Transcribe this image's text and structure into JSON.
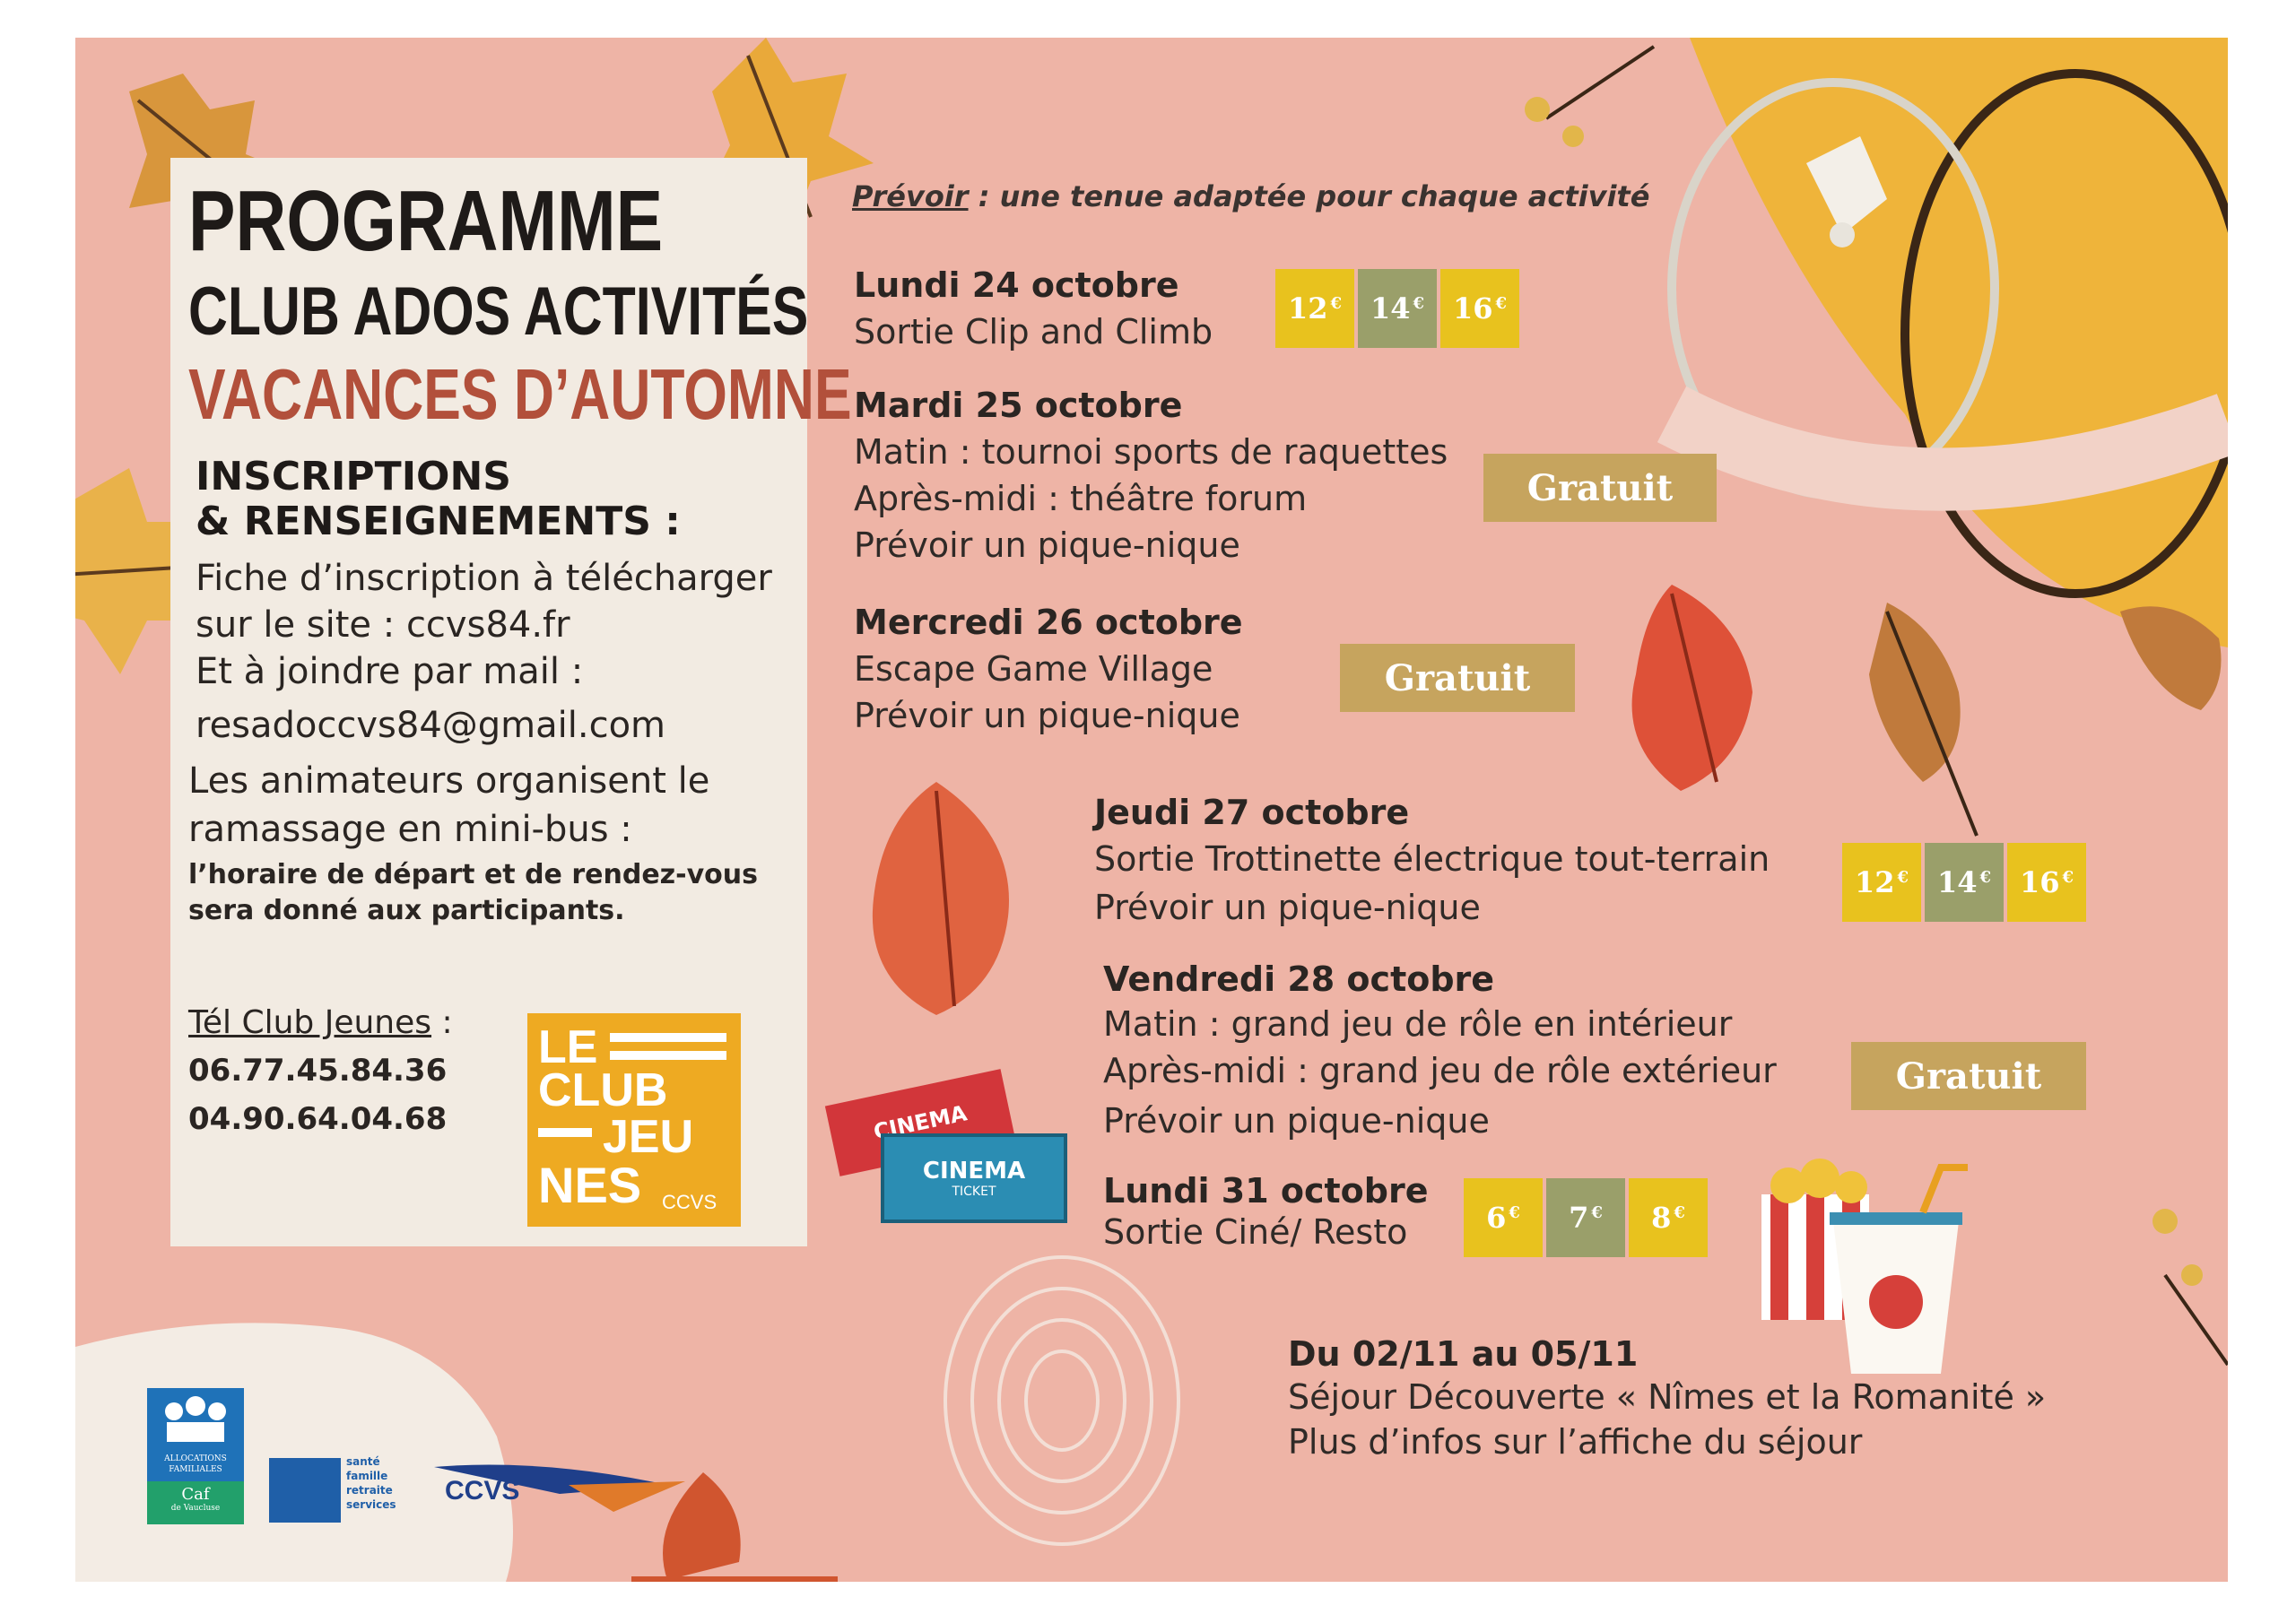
{
  "header": {
    "title_1": "PROGRAMME",
    "title_2": "CLUB ADOS ACTIVITÉS",
    "title_3": "VACANCES D’AUTOMNE"
  },
  "info": {
    "heading_1": "INSCRIPTIONS",
    "heading_2": "& RENSEIGNEMENTS :",
    "line_1": "Fiche d’inscription à télécharger",
    "line_2": "sur le site : ccvs84.fr",
    "line_3": "Et à joindre par mail :",
    "email": "resadoccvs84@gmail.com",
    "line_4": "Les animateurs organisent le",
    "line_5": "ramassage en mini-bus :",
    "note_1": "l’horaire de départ et de rendez-vous",
    "note_2": "sera donné aux participants.",
    "tel_label": "Tél Club Jeunes",
    "tel_colon": " :",
    "phone_1": "06.77.45.84.36",
    "phone_2": "04.90.64.04.68"
  },
  "logo_club": {
    "line_1": "LE",
    "line_2": "CLUB",
    "line_3": "JEU",
    "line_4": "NES",
    "tag": "CCVS"
  },
  "prevoir": {
    "label": "Prévoir",
    "rest": " : une tenue adaptée pour chaque activité"
  },
  "days": [
    {
      "date": "Lundi 24 octobre",
      "lines": [
        "Sortie Clip and Climb"
      ],
      "prices": [
        "12",
        "14",
        "16"
      ]
    },
    {
      "date": "Mardi 25 octobre",
      "lines": [
        "Matin : tournoi sports de raquettes",
        "Après-midi : théâtre forum",
        "Prévoir un pique-nique"
      ],
      "badge": "Gratuit"
    },
    {
      "date": "Mercredi 26 octobre",
      "lines": [
        "Escape Game Village",
        "Prévoir un pique-nique"
      ],
      "badge": "Gratuit"
    },
    {
      "date": "Jeudi 27 octobre",
      "lines": [
        "Sortie Trottinette électrique tout-terrain",
        "Prévoir un pique-nique"
      ],
      "prices": [
        "12",
        "14",
        "16"
      ]
    },
    {
      "date": "Vendredi 28 octobre",
      "lines": [
        "Matin : grand jeu de rôle en intérieur",
        "Après-midi : grand jeu de rôle extérieur",
        "Prévoir un pique-nique"
      ],
      "badge": "Gratuit"
    },
    {
      "date": "Lundi 31 octobre",
      "lines": [
        "Sortie Ciné/ Resto"
      ],
      "prices": [
        "6",
        "7",
        "8"
      ]
    }
  ],
  "sejour": {
    "date": "Du 02/11 au 05/11",
    "line_1": "Séjour Découverte « Nîmes et la Romanité »",
    "line_2": "Plus d’infos sur l’affiche du séjour"
  },
  "currency": "€",
  "tickets": {
    "ticket_1": "CINEMA",
    "ticket_2": "CINEMA",
    "ticket_2_sub": "TICKET"
  },
  "partners": {
    "caf_1": "ALLOCATIONS",
    "caf_2": "FAMILIALES",
    "caf_3": "Caf",
    "caf_4": "de Vaucluse",
    "msa_1": "santé",
    "msa_2": "famille",
    "msa_3": "retraite",
    "msa_4": "services",
    "ccvs": "CCVS"
  },
  "colors": {
    "background": "#eeb4a6",
    "panel": "#f2ebe2",
    "title_red": "#b2503b",
    "price_yellow": "#e8c21e",
    "price_olive": "#9a9f6a",
    "badge_gold": "#c6a45e",
    "club_orange": "#eeaa22"
  }
}
